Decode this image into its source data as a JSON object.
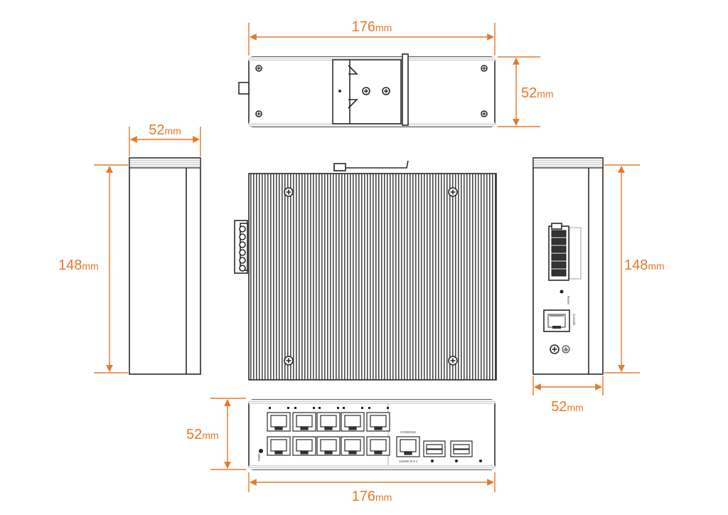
{
  "dimensions": {
    "top_width": {
      "value": "176",
      "unit": "mm"
    },
    "top_height": {
      "value": "52",
      "unit": "mm"
    },
    "left_width": {
      "value": "52",
      "unit": "mm"
    },
    "left_height": {
      "value": "148",
      "unit": "mm"
    },
    "right_height": {
      "value": "148",
      "unit": "mm"
    },
    "right_width": {
      "value": "52",
      "unit": "mm"
    },
    "front_height": {
      "value": "52",
      "unit": "mm"
    },
    "front_width": {
      "value": "176",
      "unit": "mm"
    }
  },
  "panel_labels": {
    "console": "Console",
    "reset": "Reset",
    "console_front": "CONSOLE",
    "baud": "115200 N 8 1",
    "pwr": "PWR"
  },
  "colors": {
    "dimension": "#e8782a",
    "outline": "#2a2a2a",
    "fins": "#555555"
  }
}
